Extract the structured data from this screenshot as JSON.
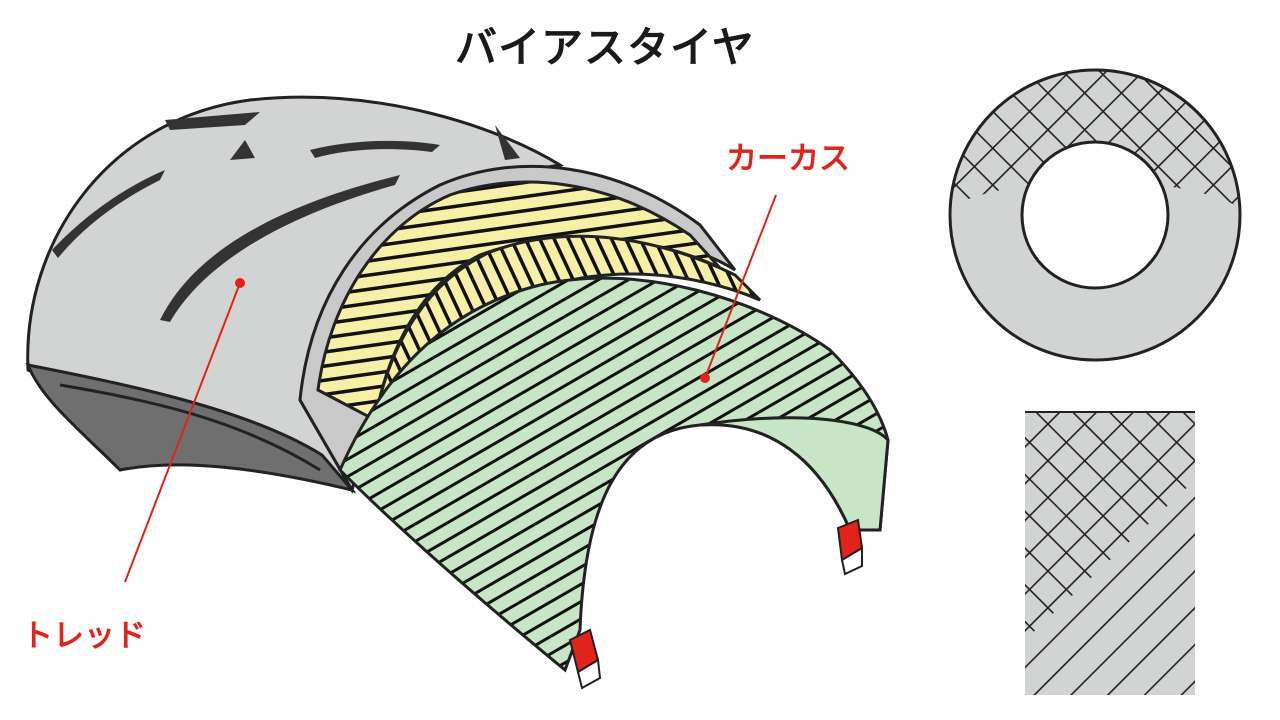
{
  "title": "バイアスタイヤ",
  "labels": {
    "carcass": "カーカス",
    "tread": "トレッド"
  },
  "colors": {
    "tread_gray": "#d2d3d3",
    "sidewall_dark": "#6f6f6f",
    "belt_yellow": "#f5f0a6",
    "carcass_green": "#c6e6c6",
    "bead_red": "#e2231a",
    "label_red": "#e2231a"
  }
}
